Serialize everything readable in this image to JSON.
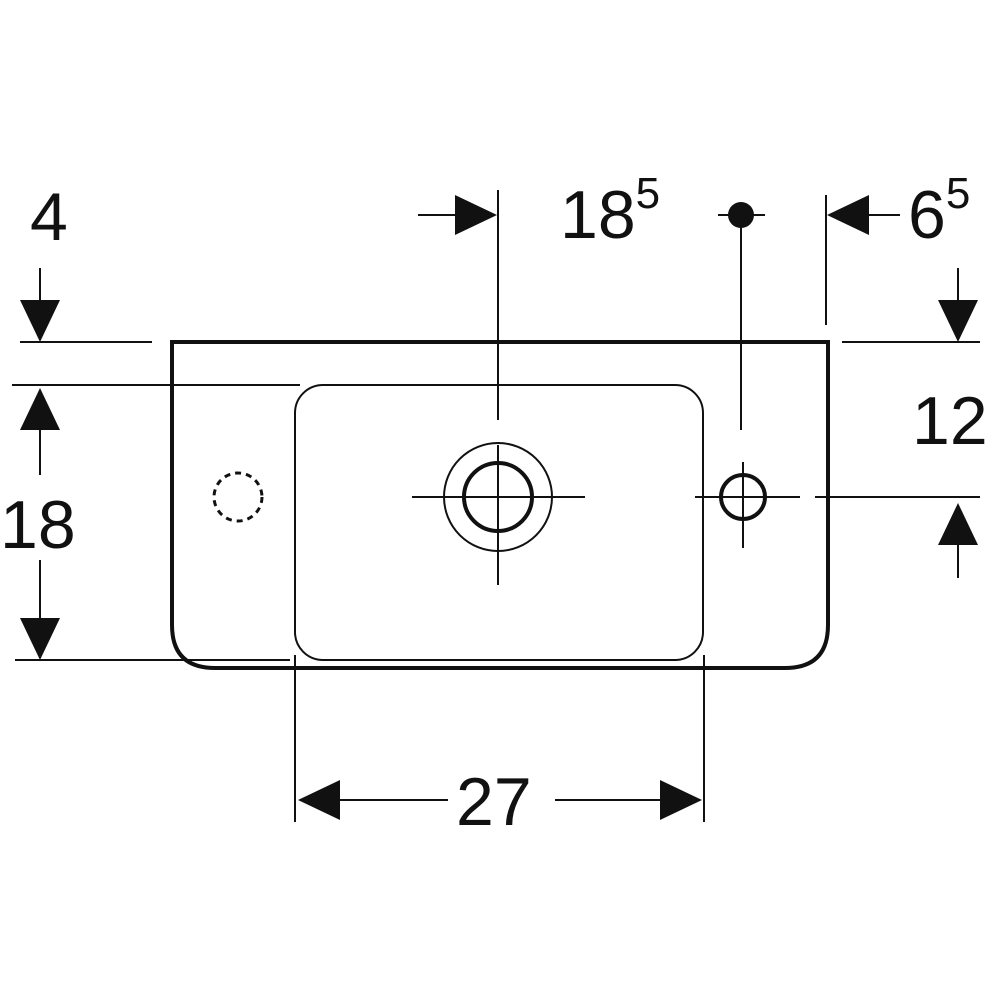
{
  "dimensions": {
    "top_offset": "4",
    "center_offset_main": "18",
    "center_offset_sup": "5",
    "right_offset_main": "6",
    "right_offset_sup": "5",
    "tap_height": "12",
    "bowl_depth": "18",
    "bowl_width": "27"
  }
}
